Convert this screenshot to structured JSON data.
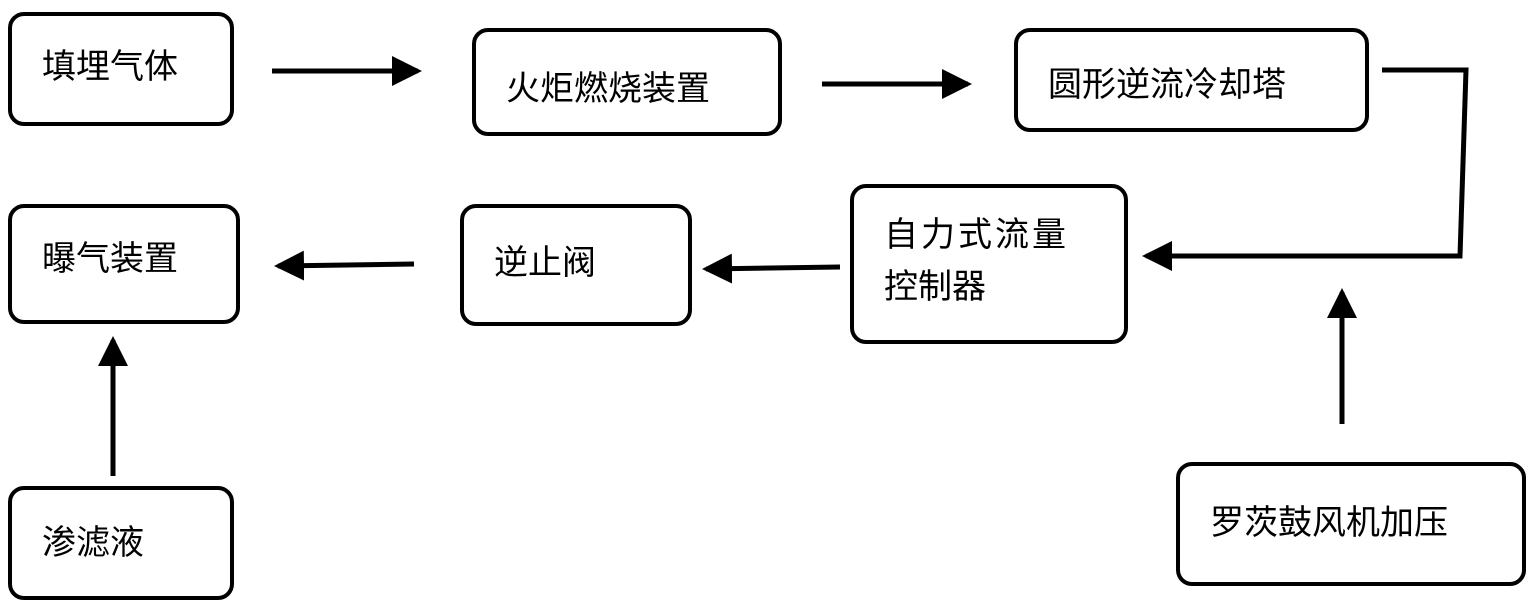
{
  "nodes": {
    "landfill_gas": "填埋气体",
    "flare_combustion": "火炬燃烧装置",
    "cooling_tower": "圆形逆流冷却塔",
    "aeration_device": "曝气装置",
    "check_valve": "逆止阀",
    "flow_controller_line1": "自力式流量",
    "flow_controller_line2": "控制器",
    "leachate": "渗滤液",
    "roots_blower": "罗茨鼓风机加压"
  },
  "edges": [
    {
      "from": "填埋气体",
      "to": "火炬燃烧装置"
    },
    {
      "from": "火炬燃烧装置",
      "to": "圆形逆流冷却塔"
    },
    {
      "from": "圆形逆流冷却塔",
      "to": "自力式流量控制器"
    },
    {
      "from": "罗茨鼓风机加压",
      "to": "自力式流量控制器"
    },
    {
      "from": "自力式流量控制器",
      "to": "逆止阀"
    },
    {
      "from": "逆止阀",
      "to": "曝气装置"
    },
    {
      "from": "渗滤液",
      "to": "曝气装置"
    }
  ],
  "colors": {
    "stroke": "#000000",
    "background": "#ffffff"
  }
}
